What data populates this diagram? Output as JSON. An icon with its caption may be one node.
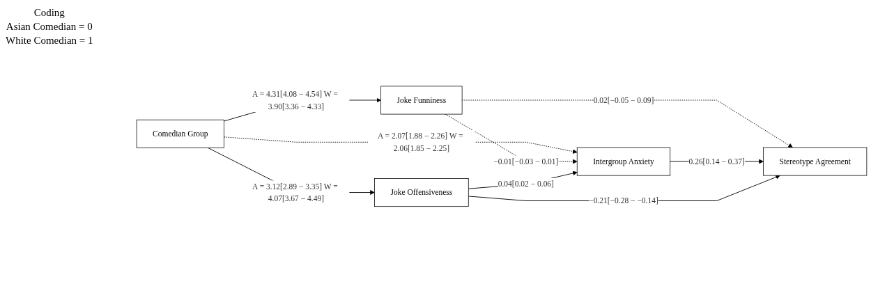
{
  "diagram": {
    "nodes": [
      {
        "text": [
          "Comedian Group"
        ]
      },
      {
        "text": [
          "Joke Funniness"
        ]
      },
      {
        "text": [
          "Intergroup Anxiety"
        ]
      },
      {
        "text": [
          "Joke Offensiveness"
        ]
      },
      {
        "text": [
          "Stereotype Agreement"
        ]
      }
    ],
    "edges": [
      {
        "from": 0,
        "to": 1,
        "arrow": "to",
        "label": "A = 4.31[4.08 − 4.54] W = 3.90[3.36 − 4.33]"
      },
      {
        "from": 0,
        "to": 2,
        "arrow": "to",
        "style": "dashed",
        "label": "A = 2.07[1.88 − 2.26] W = 2.06[1.85 − 2.25]"
      },
      {
        "from": 0,
        "to": 3,
        "arrow": "to",
        "label": "A = 3.12[2.89 − 3.35] W = 4.07[3.67 − 4.49]"
      },
      {
        "from": 1,
        "to": 2,
        "arrow": "to",
        "style": "dashed",
        "label": "−0.01[−0.03 − 0.01]"
      },
      {
        "from": 1,
        "to": 4,
        "arrow": "to",
        "style": "dashed",
        "label": "0.02[−0.05 − 0.09]"
      },
      {
        "from": 2,
        "to": 4,
        "arrow": "to",
        "label": "0.26[0.14 − 0.37]"
      },
      {
        "from": 3,
        "to": 2,
        "arrow": "to",
        "label": "0.04[0.02 − 0.06]"
      },
      {
        "from": 3,
        "to": 4,
        "arrow": "to",
        "label": "−0.21[−0.28 − −0.14]"
      }
    ],
    "labels": [
      "Coding",
      "Asian Comedian = 0",
      "White Comedian = 1"
    ]
  }
}
